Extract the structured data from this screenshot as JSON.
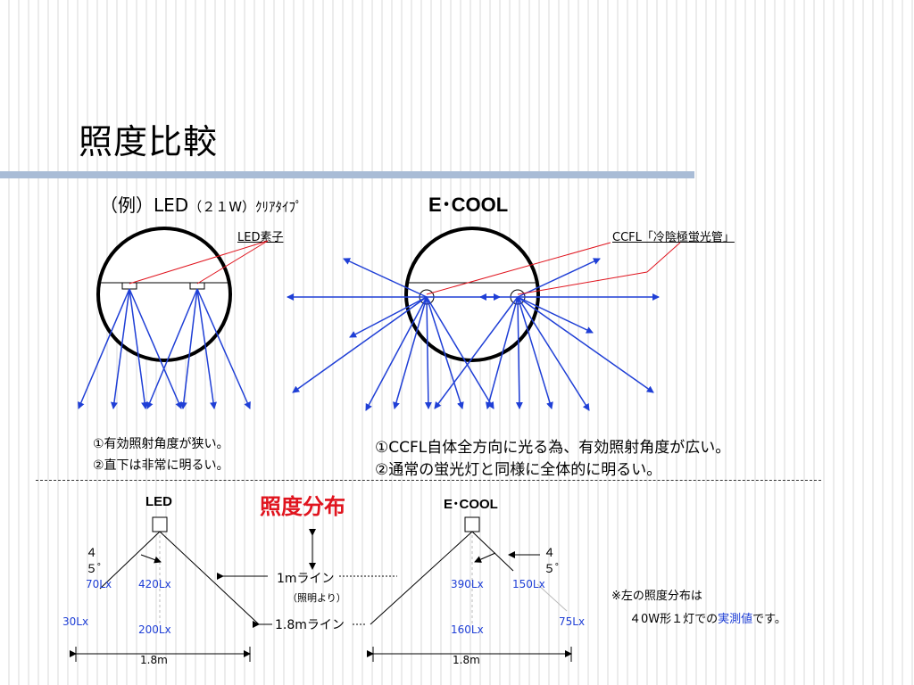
{
  "page": {
    "title": "照度比較"
  },
  "top": {
    "led_heading_main": "（例）LED",
    "led_heading_sub": "（２１W）ｸﾘｱﾀｲﾌﾟ",
    "ecool_heading": "E･COOL",
    "led_element_label": "LED素子",
    "ccfl_label": "CCFL「冷陰極蛍光管」",
    "led_notes": [
      "①有効照射角度が狭い。",
      "②直下は非常に明るい。"
    ],
    "ecool_notes": [
      "①CCFL自体全方向に光る為、有効照射角度が広い。",
      "②通常の蛍光灯と同様に全体的に明るい。"
    ]
  },
  "bottom": {
    "section_title": "照度分布",
    "led_label": "LED",
    "ecool_label": "E･COOL",
    "angle_left": "４\n５゜",
    "angle_right": "４\n５゜",
    "line_1m": "1mライン",
    "line_note": "（照明より）",
    "line_18m": "1.8mライン",
    "led_lx": {
      "side_1m": "70Lx",
      "center_1m": "420Lx",
      "side_18m": "30Lx",
      "center_18m": "200Lx"
    },
    "ecool_lx": {
      "center_1m": "390Lx",
      "side_1m": "150Lx",
      "center_18m": "160Lx",
      "side_18m": "75Lx"
    },
    "width_left": "1.8m",
    "width_right": "1.8m",
    "note_line1": "※左の照度分布は",
    "note_line2_pre": "４0W形１灯での",
    "note_line2_em": "実測値",
    "note_line2_post": "です。"
  },
  "colors": {
    "ray": "#1f3fd6",
    "pointer": "#e0141e",
    "accent_bar": "#a9bcd6"
  }
}
